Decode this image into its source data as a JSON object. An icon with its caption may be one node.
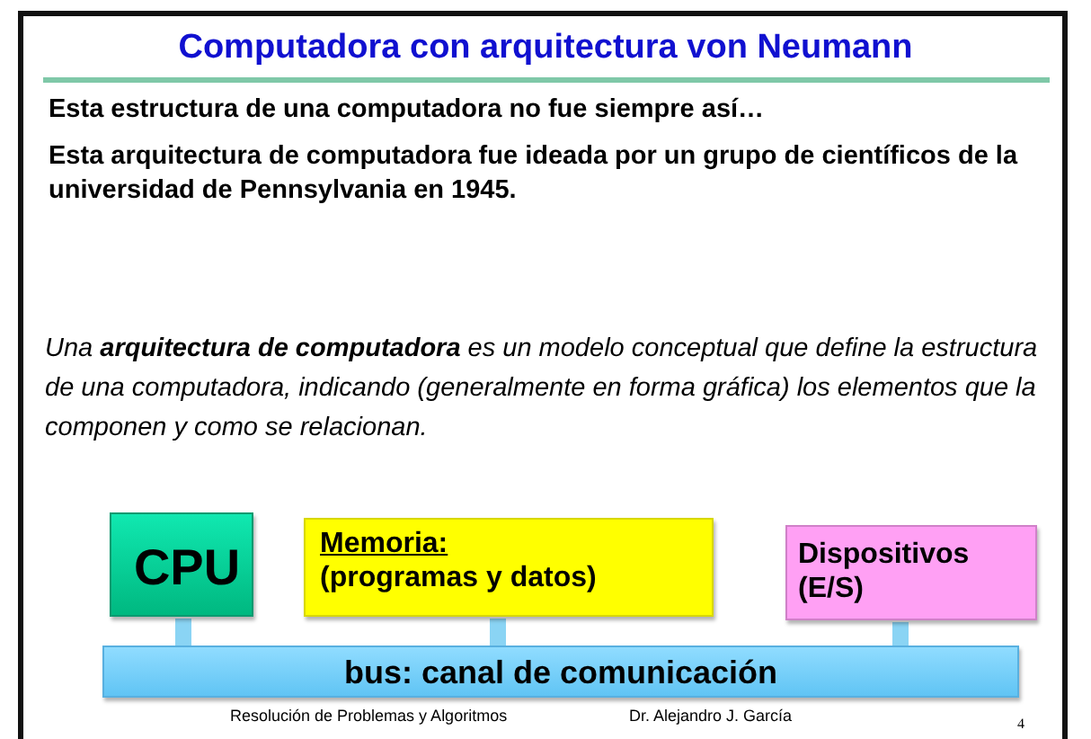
{
  "diagram": {
    "title": "Computadora con arquitectura von Neumann",
    "nodes": [
      {
        "text": [
          "CPU"
        ]
      },
      {
        "text": [
          "Memoria:",
          "(programas y datos)"
        ]
      },
      {
        "text": [
          "Dispositivos (E/S)"
        ]
      },
      {
        "text": [
          "bus: canal de comunicación"
        ]
      }
    ],
    "edges": [
      {
        "from": 0,
        "to": 3,
        "arrow": "none"
      },
      {
        "from": 1,
        "to": 3,
        "arrow": "none"
      },
      {
        "from": 2,
        "to": 3,
        "arrow": "none"
      }
    ],
    "labels": [
      "Esta estructura de una computadora no fue siempre así…",
      "Esta arquitectura de computadora fue ideada por un grupo de científicos de la universidad de Pennsylvania en 1945.",
      "Una **arquitectura de computadora** es un modelo conceptual que define la estructura de una computadora, indicando (generalmente en forma gráfica) los elementos que la componen y como se relacionan.",
      "Resolución de Problemas y Algoritmos",
      "Dr. Alejandro J. García",
      "4"
    ]
  }
}
